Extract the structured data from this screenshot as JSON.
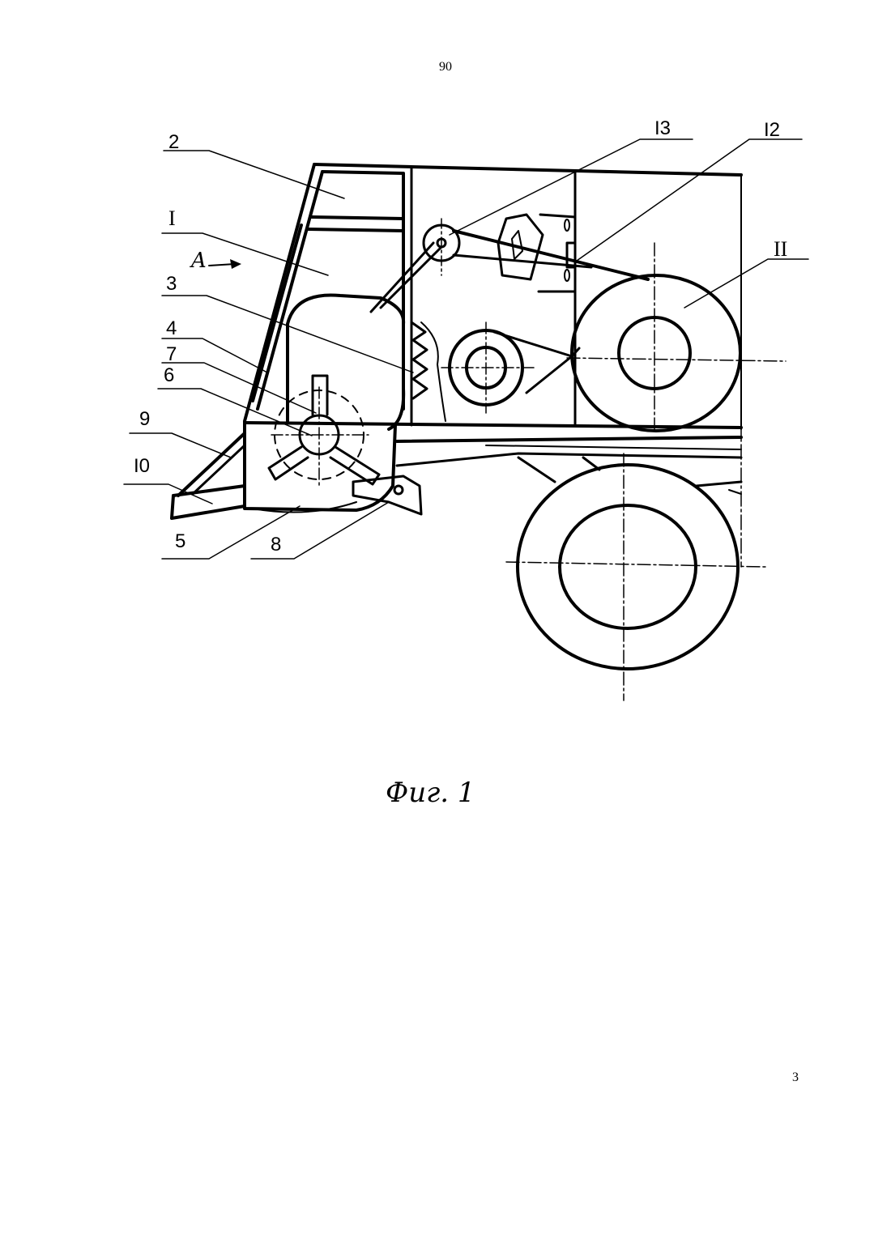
{
  "page": {
    "header_number": "90",
    "footer_number": "3"
  },
  "figure": {
    "caption": "Фиг. 1",
    "direction_label": "A",
    "callouts": [
      {
        "id": "2",
        "text": "2"
      },
      {
        "id": "I",
        "text": "I"
      },
      {
        "id": "3",
        "text": "3"
      },
      {
        "id": "4",
        "text": "4"
      },
      {
        "id": "7",
        "text": "7"
      },
      {
        "id": "6",
        "text": "6"
      },
      {
        "id": "9",
        "text": "9"
      },
      {
        "id": "I0",
        "text": "I0"
      },
      {
        "id": "5",
        "text": "5"
      },
      {
        "id": "8",
        "text": "8"
      },
      {
        "id": "I3",
        "text": "I3"
      },
      {
        "id": "I2",
        "text": "I2"
      },
      {
        "id": "II",
        "text": "II"
      }
    ]
  }
}
